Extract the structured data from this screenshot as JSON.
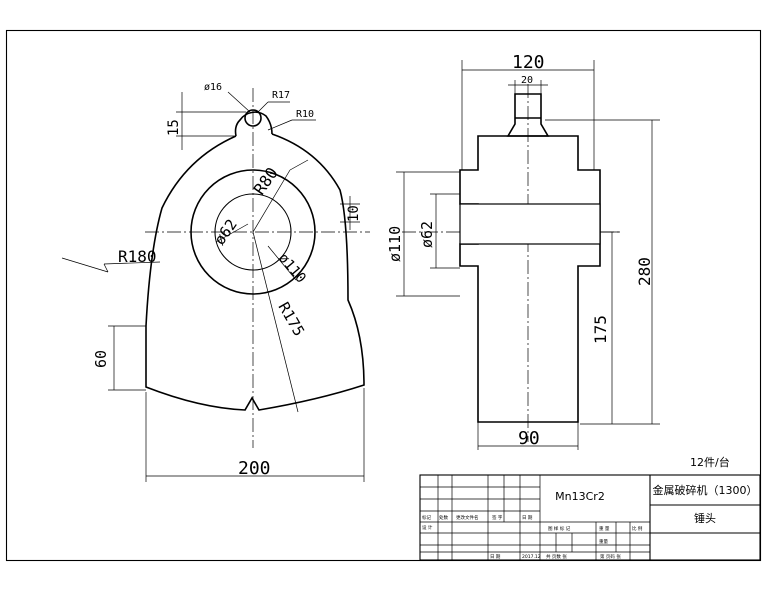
{
  "view_left": {
    "dims": {
      "d16": "ø16",
      "r17": "R17",
      "r10": "R10",
      "h15": "15",
      "r80": "R80",
      "d62": "ø62",
      "d110": "ø110",
      "r175": "R175",
      "r180": "R180",
      "h60": "60",
      "w200": "200"
    }
  },
  "view_right": {
    "dims": {
      "w120": "120",
      "w20": "20",
      "h10": "10",
      "d110": "ø110",
      "d62": "ø62",
      "h280": "280",
      "h175": "175",
      "w90": "90"
    }
  },
  "note": "12件/台",
  "title_block": {
    "material": "Mn13Cr2",
    "product": "金属破碎机（1300）",
    "part": "锤头",
    "small": {
      "mark": "标记",
      "count": "处数",
      "file": "更改文件名",
      "sign": "签 字",
      "date": "日 期",
      "design": "设 计",
      "audit": "日 期",
      "year": "2017.12",
      "stage": "图 样 标 记",
      "weight": "重 量",
      "scale": "比 例",
      "weight2": "重量",
      "total": "共 页数 张",
      "page": "第 页码 张"
    }
  }
}
